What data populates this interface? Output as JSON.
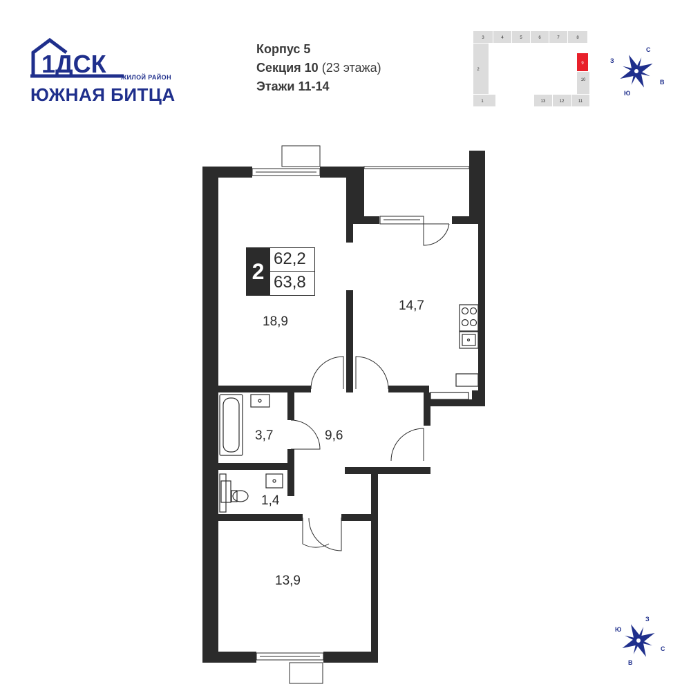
{
  "logo": {
    "mark_text": "1ДСК",
    "tagline": "ЖИЛОЙ РАЙОН",
    "district": "ЮЖНАЯ БИТЦА",
    "brand_color": "#1f2f8c"
  },
  "info": {
    "building": "Корпус 5",
    "section_label": "Секция 10",
    "section_floors": "(23 этажа)",
    "floors": "Этажи 11-14"
  },
  "keyplan": {
    "sections": [
      "1",
      "2",
      "3",
      "4",
      "5",
      "6",
      "7",
      "8",
      "9",
      "10",
      "11",
      "12",
      "13"
    ],
    "highlighted": "9",
    "highlight_color": "#e8202a"
  },
  "compass_top": {
    "labels": [
      "С",
      "З",
      "Ю",
      "В"
    ]
  },
  "compass_bottom": {
    "labels": [
      "З",
      "Ю",
      "С",
      "В"
    ]
  },
  "apartment": {
    "rooms": "2",
    "area_living": "62,2",
    "area_total": "63,8"
  },
  "rooms": {
    "room_big": "18,9",
    "kitchen": "14,7",
    "bathroom": "3,7",
    "hall": "9,6",
    "toilet": "1,4",
    "room_small": "13,9"
  }
}
